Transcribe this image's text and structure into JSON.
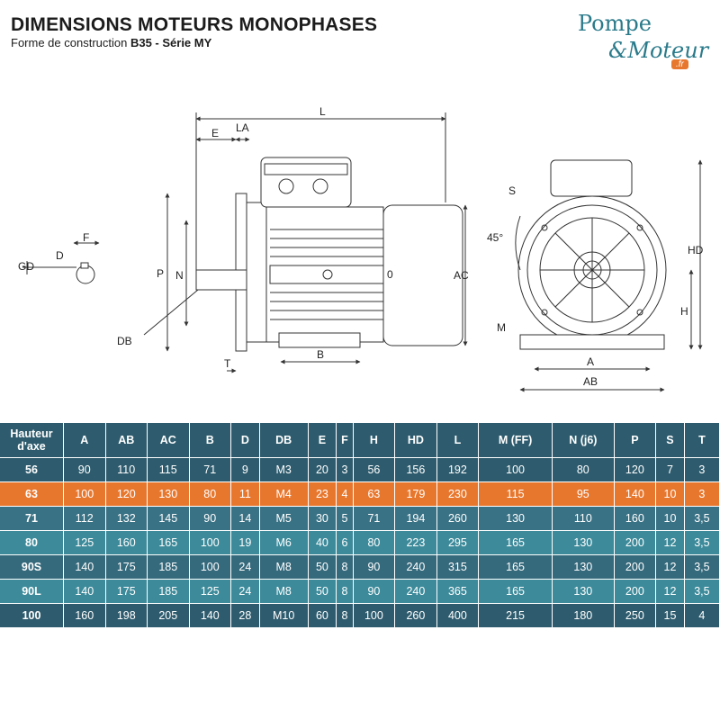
{
  "header": {
    "title": "DIMENSIONS MOTEURS MONOPHASES",
    "subtitle_prefix": "Forme de construction ",
    "subtitle_bold": "B35 - Série MY"
  },
  "logo": {
    "line1": "Pompe",
    "line2": "&Moteur",
    "badge": ".fr"
  },
  "drawing_labels": {
    "L": "L",
    "E": "E",
    "LA": "LA",
    "F": "F",
    "D": "D",
    "GD": "GD",
    "P": "P",
    "N": "N",
    "DB": "DB",
    "T": "T",
    "B": "B",
    "AC": "AC",
    "O": "0",
    "S": "S",
    "angle": "45°",
    "HD": "HD",
    "H": "H",
    "M": "M",
    "A": "A",
    "AB": "AB"
  },
  "table": {
    "headers": [
      "Hauteur d'axe",
      "A",
      "AB",
      "AC",
      "B",
      "D",
      "DB",
      "E",
      "F",
      "H",
      "HD",
      "L",
      "M (FF)",
      "N (j6)",
      "P",
      "S",
      "T"
    ],
    "rows": [
      [
        "56",
        "90",
        "110",
        "115",
        "71",
        "9",
        "M3",
        "20",
        "3",
        "56",
        "156",
        "192",
        "100",
        "80",
        "120",
        "7",
        "3"
      ],
      [
        "63",
        "100",
        "120",
        "130",
        "80",
        "11",
        "M4",
        "23",
        "4",
        "63",
        "179",
        "230",
        "115",
        "95",
        "140",
        "10",
        "3"
      ],
      [
        "71",
        "112",
        "132",
        "145",
        "90",
        "14",
        "M5",
        "30",
        "5",
        "71",
        "194",
        "260",
        "130",
        "110",
        "160",
        "10",
        "3,5"
      ],
      [
        "80",
        "125",
        "160",
        "165",
        "100",
        "19",
        "M6",
        "40",
        "6",
        "80",
        "223",
        "295",
        "165",
        "130",
        "200",
        "12",
        "3,5"
      ],
      [
        "90S",
        "140",
        "175",
        "185",
        "100",
        "24",
        "M8",
        "50",
        "8",
        "90",
        "240",
        "315",
        "165",
        "130",
        "200",
        "12",
        "3,5"
      ],
      [
        "90L",
        "140",
        "175",
        "185",
        "125",
        "24",
        "M8",
        "50",
        "8",
        "90",
        "240",
        "365",
        "165",
        "130",
        "200",
        "12",
        "3,5"
      ],
      [
        "100",
        "160",
        "198",
        "205",
        "140",
        "28",
        "M10",
        "60",
        "8",
        "100",
        "260",
        "400",
        "215",
        "180",
        "250",
        "15",
        "4"
      ]
    ]
  }
}
